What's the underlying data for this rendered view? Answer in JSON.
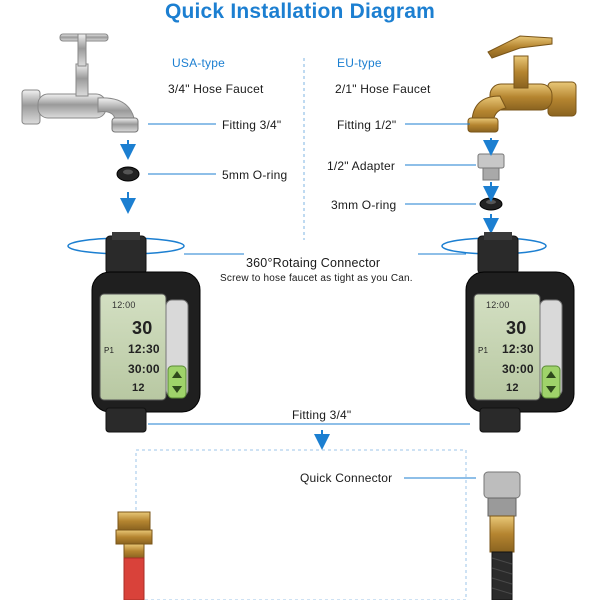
{
  "title": "Quick Installation Diagram",
  "left": {
    "heading": "USA-type",
    "faucet": "3/4\" Hose Faucet",
    "fitting": "Fitting 3/4\"",
    "oring": "5mm O-ring"
  },
  "right": {
    "heading": "EU-type",
    "faucet": "2/1\" Hose Faucet",
    "fitting": "Fitting 1/2\"",
    "adapter": "1/2\" Adapter",
    "oring": "3mm O-ring"
  },
  "connector": {
    "label": "360°Rotaing Connector",
    "note": "Screw to hose faucet as tight as you Can."
  },
  "fitting_bottom": "Fitting 3/4\"",
  "quick_connector": "Quick Connector",
  "timer_display": {
    "clock": "12:00",
    "big": "30",
    "time1": "12:30",
    "time2": "30:00",
    "time3": "12",
    "program": "P1"
  },
  "colors": {
    "accent": "#1c7fd1",
    "lcd": "#c8d6b4",
    "body": "#1f1f1f",
    "button": "#9fd36a",
    "hose": "#d9423a",
    "brass": "#c49a45"
  }
}
